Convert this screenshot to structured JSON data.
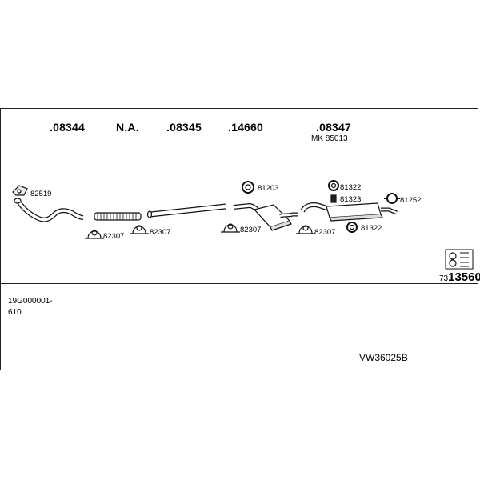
{
  "header_parts": [
    {
      "label": ".08344"
    },
    {
      "label": "N.A."
    },
    {
      "label": ".08345"
    },
    {
      "label": ".14660"
    },
    {
      "label": ".08347"
    }
  ],
  "mk_label": "MK  85013",
  "components": {
    "c82519": "82519",
    "c82307a": "82307",
    "c82307b": "82307",
    "c81203": "81203",
    "c82307c": "82307",
    "c81322a": "81322",
    "c81323": "81323",
    "c81252": "81252",
    "c82307d": "82307",
    "c81322b": "81322"
  },
  "big_code": {
    "prefix": "73",
    "main": "13560"
  },
  "footer": {
    "serial_line1": "19G000001-",
    "serial_line2": "610",
    "kit_code": "VW36025B"
  }
}
